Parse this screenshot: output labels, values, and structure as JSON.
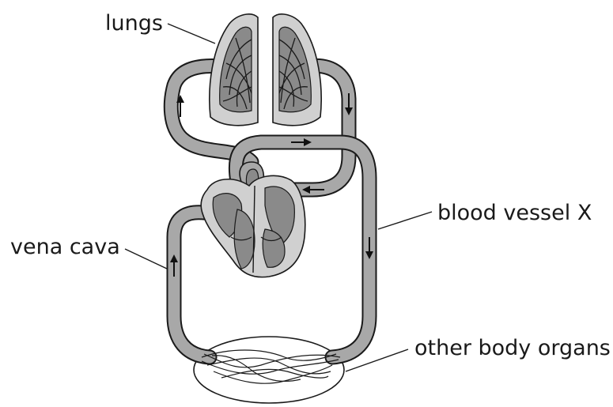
{
  "labels": {
    "lungs": "lungs",
    "blood_vessel": "blood vessel X",
    "vena_cava": "vena cava",
    "organs": "other body organs"
  },
  "colors": {
    "vessel_fill": "#a8a8a8",
    "outline": "#1a1a1a",
    "tissue_light": "#d0d0d0",
    "tissue_dark": "#8a8a8a",
    "background": "#ffffff"
  }
}
